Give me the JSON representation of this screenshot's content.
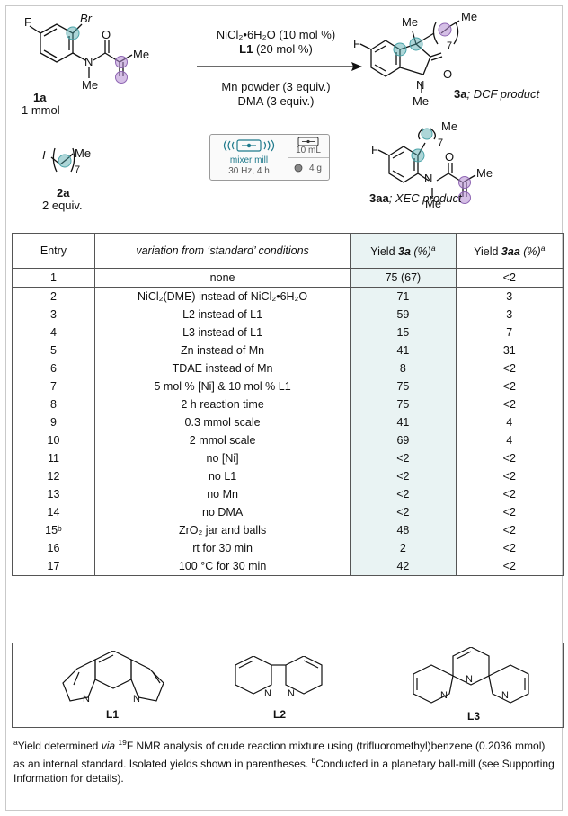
{
  "reactant_1": {
    "name": "1a",
    "amount": "1 mmol",
    "atoms": {
      "F": "F",
      "Br": "Br",
      "N": "N",
      "O": "O",
      "Me_n": "Me",
      "Me_c": "Me"
    }
  },
  "reactant_2": {
    "name": "2a",
    "amount": "2 equiv.",
    "atoms": {
      "I": "I",
      "Me": "Me",
      "n": "7"
    }
  },
  "conditions": {
    "catalyst": "NiCl₂•6H₂O (10 mol %)",
    "ligand_bold": "L1",
    "ligand_rest": " (20 mol %)",
    "reductant": "Mn powder (3 equiv.)",
    "additive": "DMA (3 equiv.)"
  },
  "mixer_mill": {
    "label": "mixer mill",
    "settings": "30 Hz, 4 h",
    "jar_volume": "10 mL",
    "ball_mass": "4 g"
  },
  "product_dcf": {
    "name": "3a",
    "desc": "; DCF product",
    "atoms": {
      "F": "F",
      "Me1": "Me",
      "Me2": "Me",
      "n": "7",
      "N": "N",
      "O": "O",
      "MeN": "Me"
    }
  },
  "product_xec": {
    "name": "3aa",
    "desc": "; XEC product",
    "atoms": {
      "F": "F",
      "Me1": "Me",
      "n": "7",
      "O": "O",
      "N": "N",
      "MeN": "Me",
      "Me2": "Me"
    }
  },
  "table": {
    "headers": {
      "entry": "Entry",
      "variation": "variation from ‘standard’ conditions",
      "yield_3a": "Yield ",
      "yield_3a_cmpd": "3a",
      "yield_3a_unit": " (%)",
      "yield_3aa": "Yield ",
      "yield_3aa_cmpd": "3aa",
      "yield_3aa_unit": " (%)",
      "footnote_mark": "a"
    },
    "rows": [
      {
        "entry": "1",
        "variation": "none",
        "y3a": "75 (67)",
        "y3aa": "<2"
      },
      {
        "entry": "2",
        "variation": "NiCl₂(DME) instead of NiCl₂•6H₂O",
        "y3a": "71",
        "y3aa": "3"
      },
      {
        "entry": "3",
        "variation": "L2 instead of L1",
        "y3a": "59",
        "y3aa": "3"
      },
      {
        "entry": "4",
        "variation": "L3 instead of L1",
        "y3a": "15",
        "y3aa": "7"
      },
      {
        "entry": "5",
        "variation": "Zn instead of Mn",
        "y3a": "41",
        "y3aa": "31"
      },
      {
        "entry": "6",
        "variation": "TDAE instead of Mn",
        "y3a": "8",
        "y3aa": "<2"
      },
      {
        "entry": "7",
        "variation": "5 mol % [Ni] & 10 mol % L1",
        "y3a": "75",
        "y3aa": "<2"
      },
      {
        "entry": "8",
        "variation": "2 h reaction time",
        "y3a": "75",
        "y3aa": "<2"
      },
      {
        "entry": "9",
        "variation": "0.3 mmol scale",
        "y3a": "41",
        "y3aa": "4"
      },
      {
        "entry": "10",
        "variation": "2 mmol scale",
        "y3a": "69",
        "y3aa": "4"
      },
      {
        "entry": "11",
        "variation": "no [Ni]",
        "y3a": "<2",
        "y3aa": "<2"
      },
      {
        "entry": "12",
        "variation": "no L1",
        "y3a": "<2",
        "y3aa": "<2"
      },
      {
        "entry": "13",
        "variation": "no Mn",
        "y3a": "<2",
        "y3aa": "<2"
      },
      {
        "entry": "14",
        "variation": "no DMA",
        "y3a": "<2",
        "y3aa": "<2"
      },
      {
        "entry": "15ᵇ",
        "variation": "ZrO₂ jar and balls",
        "y3a": "48",
        "y3aa": "<2"
      },
      {
        "entry": "16",
        "variation": "rt for 30 min",
        "y3a": "2",
        "y3aa": "<2"
      },
      {
        "entry": "17",
        "variation": "100 °C for 30 min",
        "y3a": "42",
        "y3aa": "<2"
      }
    ]
  },
  "ligands": [
    {
      "label": "L1",
      "atoms": [
        "N",
        "N"
      ]
    },
    {
      "label": "L2",
      "atoms": [
        "N",
        "N"
      ]
    },
    {
      "label": "L3",
      "atoms": [
        "N",
        "N",
        "N"
      ]
    }
  ],
  "footnote": {
    "a_mark": "a",
    "a_text_1": "Yield determined ",
    "a_via": "via",
    "a_sup": "19",
    "a_text_2": "F NMR analysis of crude reaction mixture using (trifluoromethyl)benzene (0.2036 mmol) as an internal standard. Isolated yields shown in parentheses. ",
    "b_mark": "b",
    "b_text": "Conducted in a planetary ball-mill (see Supporting Information for details)."
  },
  "colors": {
    "highlight_circle": "#4aa3a8",
    "alkene_highlight": "#b28ad1",
    "table_highlight": "#e9f3f3",
    "frame": "#c9c9c9"
  }
}
